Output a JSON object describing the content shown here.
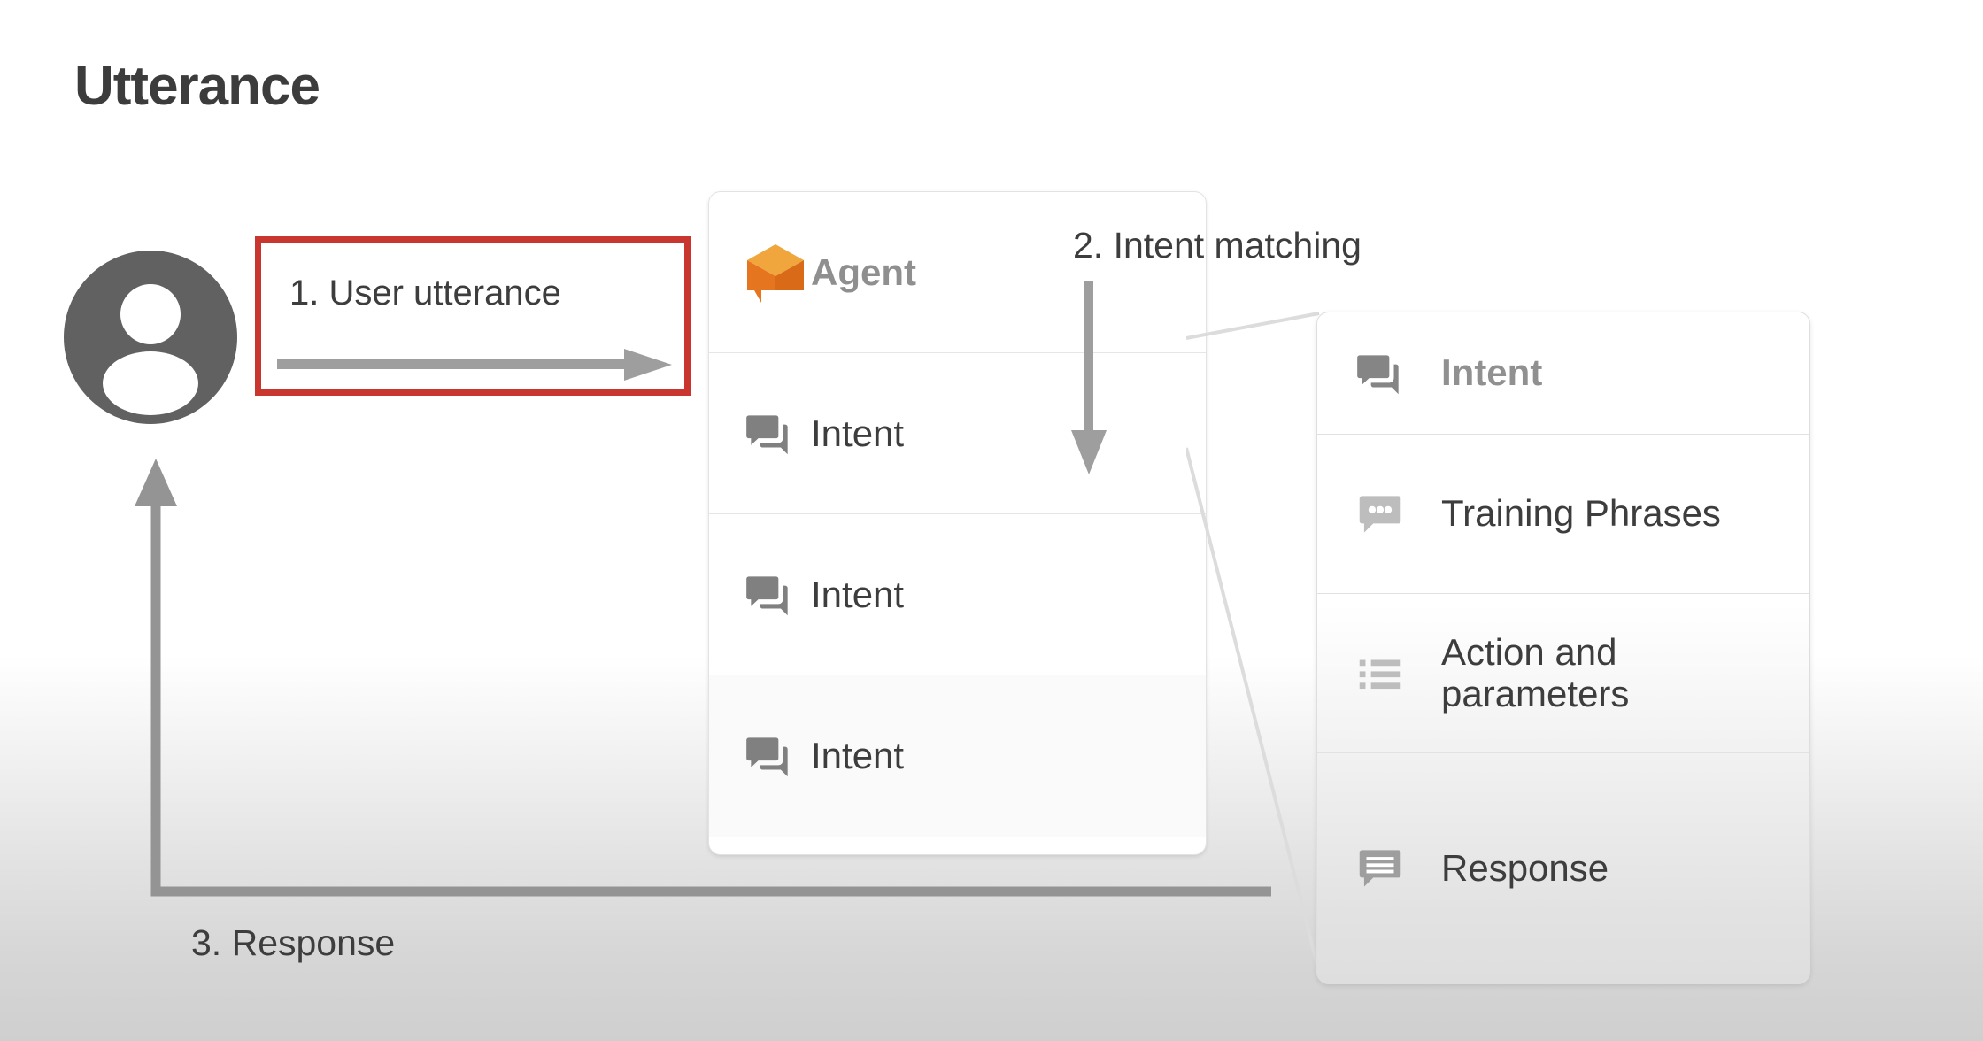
{
  "page": {
    "title": "Utterance",
    "background_top_color": "#ffffff",
    "background_bottom_color": "#cfcfcf"
  },
  "colors": {
    "highlight_red": "#c9352f",
    "arrow_gray": "#9e9e9e",
    "icon_gray": "#808080",
    "icon_light_gray": "#bdbdbd",
    "text_dark": "#3d3d3d",
    "text_muted": "#8f8f8f",
    "agent_orange_top": "#f0a63c",
    "agent_orange_front": "#e5761f",
    "agent_orange_side": "#d96a18",
    "avatar_gray": "#616161"
  },
  "annotations": [
    {
      "id": "step-1",
      "label": "1. User utterance",
      "highlighted": true
    },
    {
      "id": "step-2",
      "label": "2. Intent matching",
      "highlighted": false
    },
    {
      "id": "step-3",
      "label": "3. Response",
      "highlighted": false
    }
  ],
  "steps": {
    "user_utterance": "1. User utterance",
    "intent_matching": "2. Intent matching",
    "response": "3. Response"
  },
  "avatar": {
    "icon": "person-avatar-icon"
  },
  "agent_card": {
    "header": {
      "label": "Agent",
      "icon": "dialogflow-agent-cube-icon"
    },
    "rows": [
      {
        "label": "Intent",
        "icon": "forum-icon"
      },
      {
        "label": "Intent",
        "icon": "forum-icon"
      },
      {
        "label": "Intent",
        "icon": "forum-icon"
      }
    ]
  },
  "detail_card": {
    "rows": [
      {
        "label": "Intent",
        "icon": "forum-icon"
      },
      {
        "label": "Training Phrases",
        "icon": "chat-dots-icon"
      },
      {
        "label": "Action and parameters",
        "icon": "bulleted-list-icon"
      },
      {
        "label": "Response",
        "icon": "message-lines-icon"
      }
    ]
  }
}
